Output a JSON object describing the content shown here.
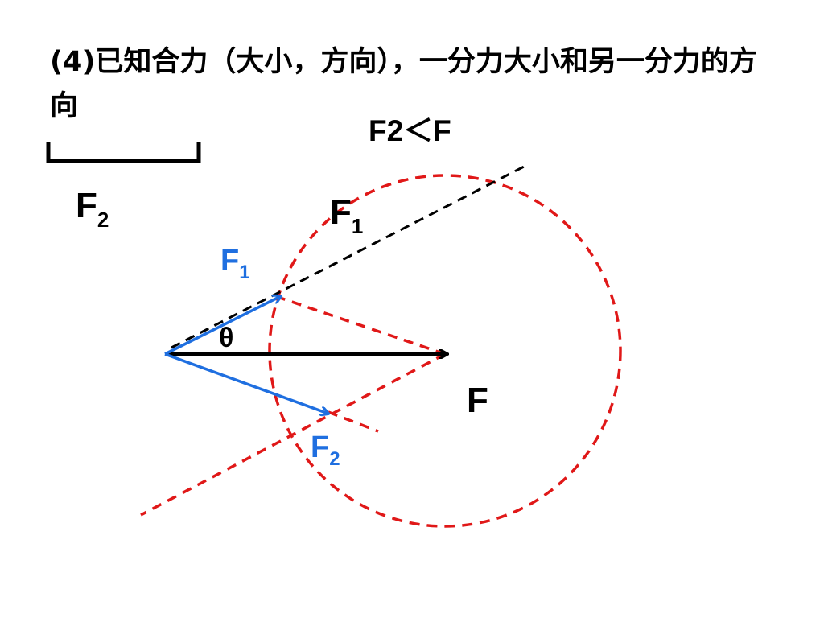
{
  "title": "(4)已知合力（大小，方向），一分力大小和另一分力的方向",
  "condition": "F2＜F",
  "labels": {
    "f2_ref_main": "F",
    "f2_ref_sub": "2",
    "f1_black_main": "F",
    "f1_black_sub": "1",
    "f1_blue_main": "F",
    "f1_blue_sub": "1",
    "f2_blue_main": "F",
    "f2_blue_sub": "2",
    "theta": "θ",
    "resultant": "F"
  },
  "colors": {
    "black": "#000000",
    "blue": "#1f6fe0",
    "red": "#e01818"
  }
}
